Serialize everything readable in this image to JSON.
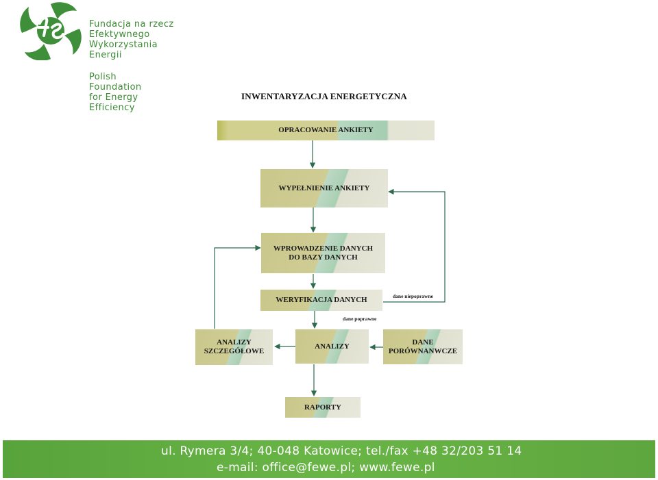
{
  "organization": {
    "name_pl": "Fundacja na rzecz\nEfektywnego\nWykorzystania\nEnergii",
    "name_en": "Polish\nFoundation\nfor Energy\nEfficiency"
  },
  "diagram": {
    "title": "INWENTARYZACJA ENERGETYCZNA",
    "steps": {
      "survey_design": "OPRACOWANIE ANKIETY",
      "survey_fill": "WYPEŁNIENIE ANKIETY",
      "data_entry": "WPROWADZENIE DANYCH\nDO BAZY DANYCH",
      "verification": "WERYFIKACJA DANYCH",
      "detailed_analyses": "ANALIZY\nSZCZEGÓŁOWE",
      "analyses": "ANALIZY",
      "comparative_data": "DANE\nPORÓWNANWCZE",
      "reports": "RAPORTY"
    },
    "edge_labels": {
      "incorrect": "dane niepoprawne",
      "correct": "dane poprawne"
    }
  },
  "footer": {
    "address": "ul. Rymera 3/4; 40-048 Katowice; tel./fax +48 32/203 51 14",
    "contact": "e-mail: office@fewe.pl; www.fewe.pl"
  },
  "colors": {
    "brand_green": "#5ea63e",
    "arrow": "#2f6b4f",
    "box_olive": "#cfcd94",
    "box_mint": "#a9d0b3"
  }
}
